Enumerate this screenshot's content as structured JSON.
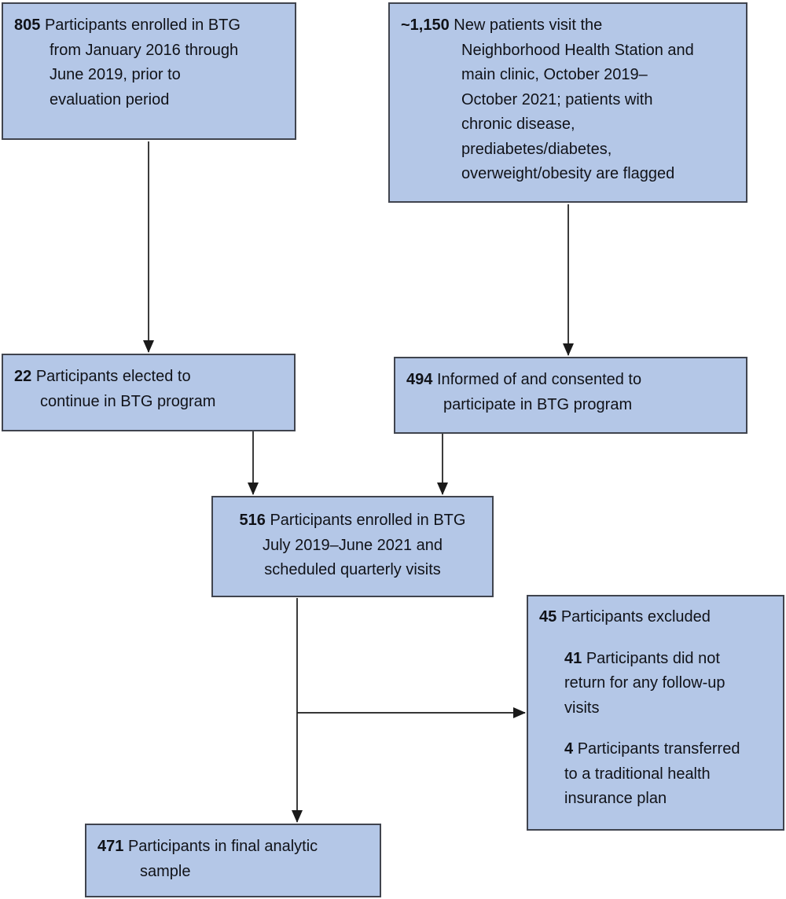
{
  "diagram": {
    "kind": "participant-flow-diagram",
    "colors": {
      "box_fill": "#b4c7e7",
      "box_border": "#40444e",
      "arrow": "#1a1a1a",
      "background": "#ffffff",
      "text": "#101218"
    },
    "boxes": {
      "prior": {
        "number": "805",
        "lines": [
          "Participants enrolled in BTG",
          "from January 2016 through",
          "June 2019, prior to",
          "evaluation period"
        ]
      },
      "new_patients": {
        "number": "~1,150",
        "lines": [
          "New patients visit the",
          "Neighborhood Health Station and",
          "main clinic, October 2019–",
          "October 2021; patients with",
          "chronic disease,",
          "prediabetes/diabetes,",
          "overweight/obesity are flagged"
        ]
      },
      "continued": {
        "number": "22",
        "lines": [
          "Participants elected to",
          "continue in BTG program"
        ]
      },
      "consented": {
        "number": "494",
        "lines": [
          "Informed of and consented to",
          "participate in BTG program"
        ]
      },
      "enrolled": {
        "number": "516",
        "lines": [
          "Participants enrolled in BTG",
          "July 2019–June 2021 and",
          "scheduled quarterly visits"
        ]
      },
      "excluded": {
        "number": "45",
        "label": "Participants excluded",
        "items": [
          {
            "number": "41",
            "lines": [
              "Participants did not",
              "return for any follow-up",
              "visits"
            ]
          },
          {
            "number": "4",
            "lines": [
              "Participants transferred",
              "to a traditional health",
              "insurance plan"
            ]
          }
        ]
      },
      "final_sample": {
        "number": "471",
        "lines": [
          "Participants in final analytic",
          "sample"
        ]
      }
    }
  }
}
